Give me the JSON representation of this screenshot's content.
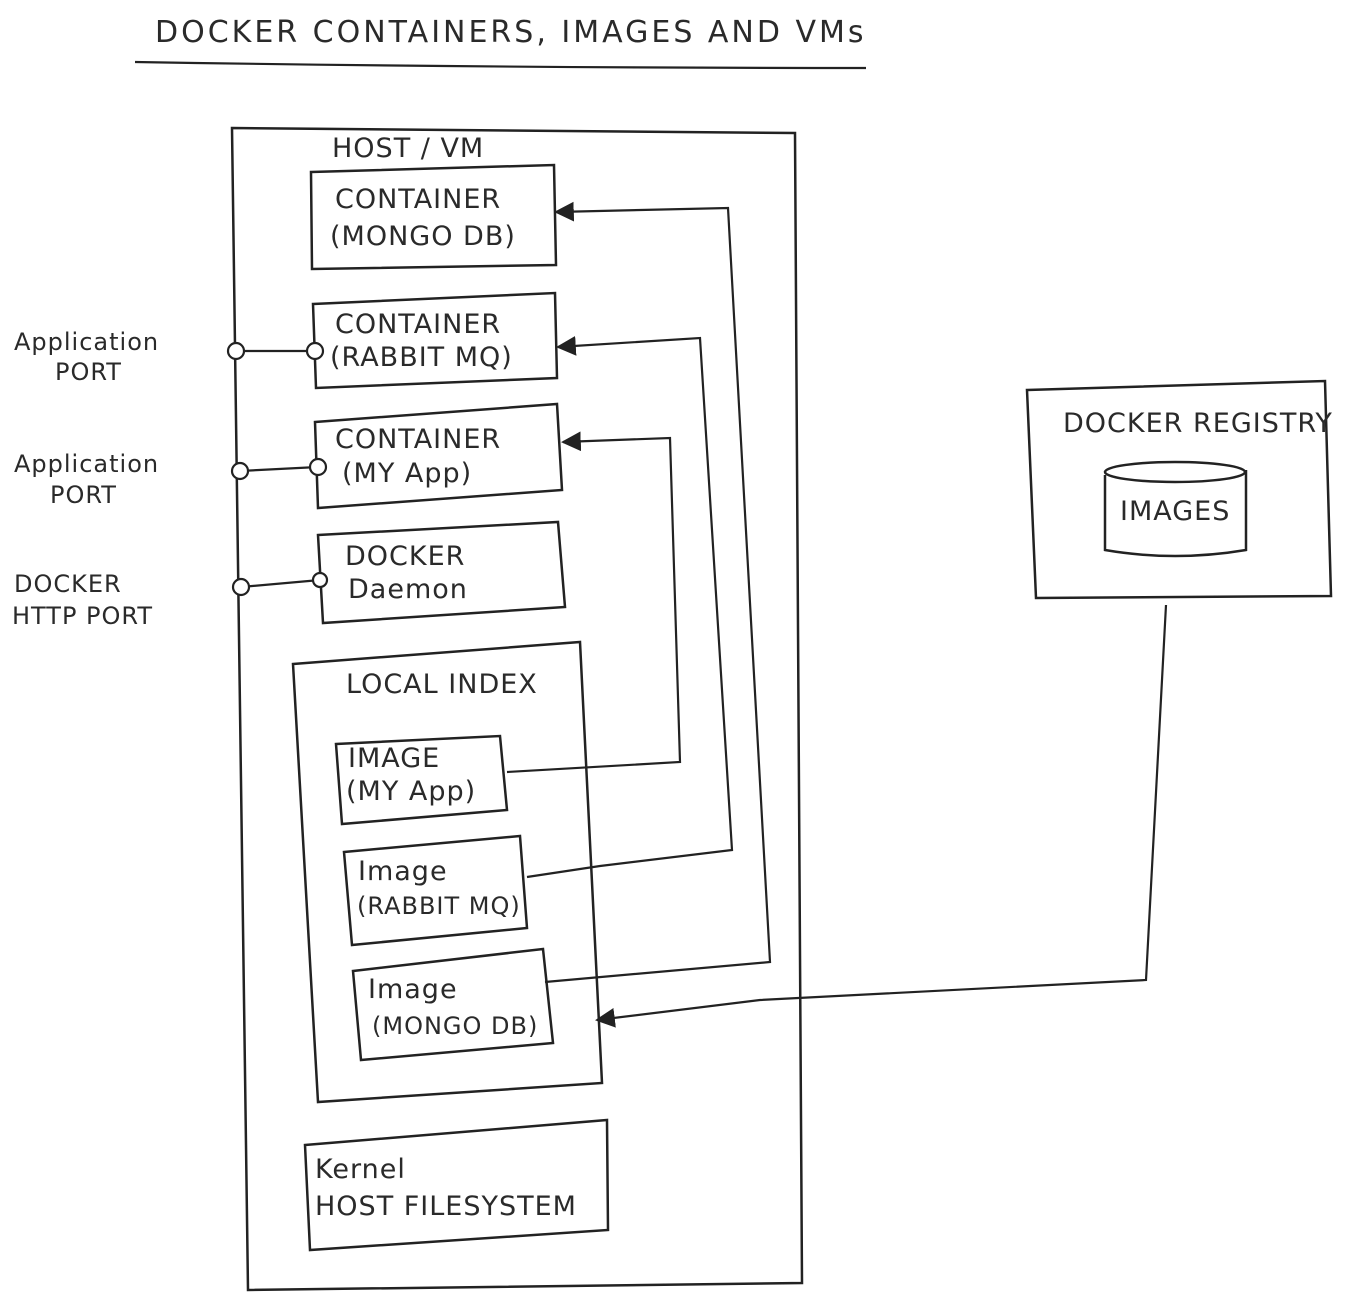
{
  "title": "DOCKER CONTAINERS, IMAGES AND VMs",
  "host": {
    "label": "HOST / VM"
  },
  "containers": [
    {
      "line1": "CONTAINER",
      "line2": "(MONGO DB)"
    },
    {
      "line1": "CONTAINER",
      "line2": "(RABBIT MQ)"
    },
    {
      "line1": "CONTAINER",
      "line2": "(MY App)"
    }
  ],
  "daemon": {
    "line1": "DOCKER",
    "line2": "Daemon"
  },
  "local_index": {
    "label": "LOCAL INDEX",
    "images": [
      {
        "line1": "IMAGE",
        "line2": "(MY App)"
      },
      {
        "line1": "Image",
        "line2": "(RABBIT MQ)"
      },
      {
        "line1": "Image",
        "line2": "(MONGO DB)"
      }
    ]
  },
  "kernel": {
    "line1": "Kernel",
    "line2": "HOST FILESYSTEM"
  },
  "ports": [
    {
      "line1": "Application",
      "line2": "PORT"
    },
    {
      "line1": "Application",
      "line2": "PORT"
    },
    {
      "line1": "DOCKER",
      "line2": "HTTP PORT"
    }
  ],
  "registry": {
    "label": "DOCKER REGISTRY",
    "store_label": "IMAGES"
  }
}
